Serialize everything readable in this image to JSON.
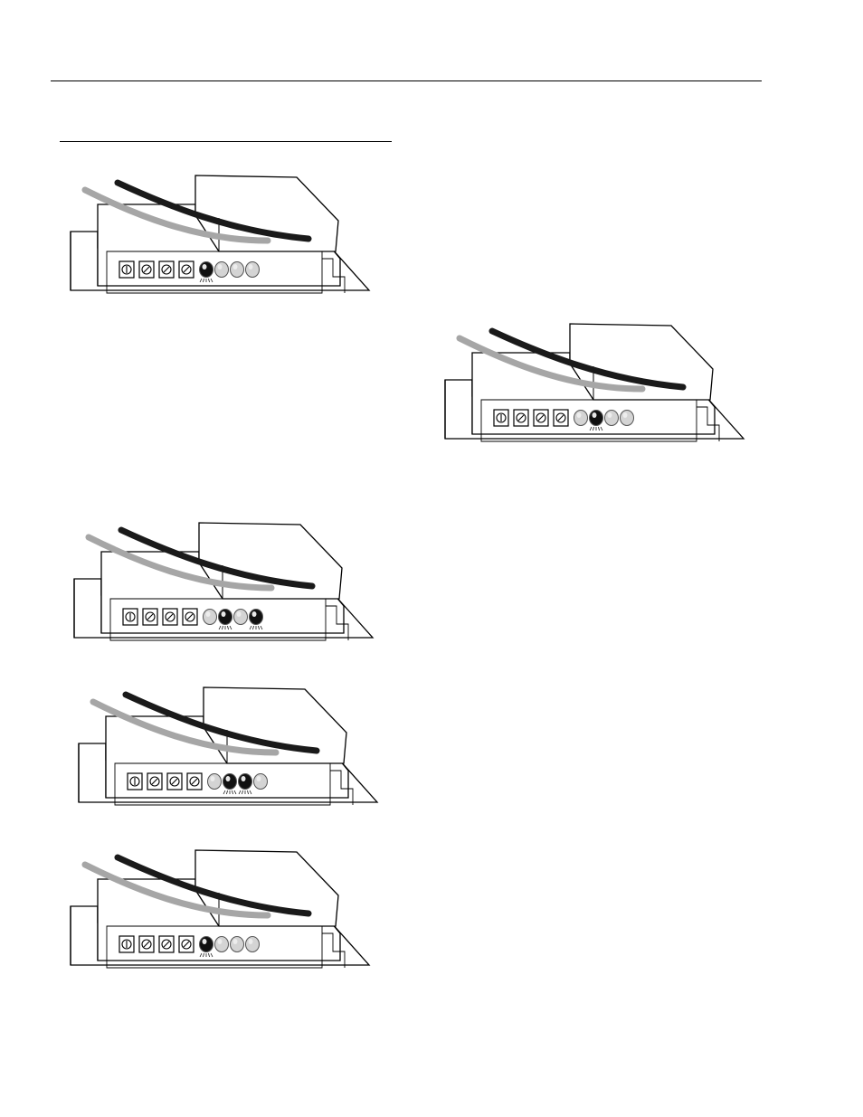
{
  "page": {
    "header_rule": "top-rule",
    "section_rule": "section-rule"
  },
  "figures": [
    {
      "id": "unit-1",
      "led_states": [
        "on",
        "off",
        "off",
        "off"
      ]
    },
    {
      "id": "unit-2",
      "led_states": [
        "off",
        "on",
        "off",
        "off"
      ]
    },
    {
      "id": "unit-3",
      "led_states": [
        "off",
        "on",
        "off",
        "on"
      ]
    },
    {
      "id": "unit-4",
      "led_states": [
        "off",
        "on",
        "on",
        "off"
      ]
    },
    {
      "id": "unit-5",
      "led_states": [
        "on",
        "off",
        "off",
        "off"
      ]
    }
  ],
  "colors": {
    "cable_dark": "#1a1a1a",
    "cable_light": "#a6a6a6",
    "led_on": "#111111",
    "led_off": "#d4d4d4",
    "outline": "#000000"
  },
  "icons": {
    "terminal": "screw-terminal-icon",
    "led": "led-indicator-icon"
  }
}
